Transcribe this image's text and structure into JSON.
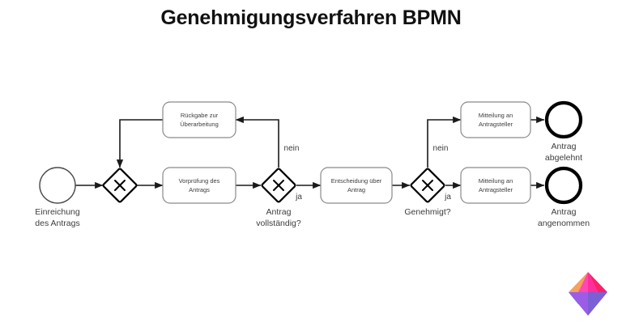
{
  "header": {
    "title": "Genehmigungsverfahren BPMN"
  },
  "diagram": {
    "type": "bpmn-flowchart",
    "start_events": [
      {
        "id": "start",
        "label_line1": "Einreichung",
        "label_line2": "des Antrags"
      }
    ],
    "tasks": [
      {
        "id": "rueckgabe",
        "label_line1": "Rückgabe zur",
        "label_line2": "Überarbeitung"
      },
      {
        "id": "vorpruefung",
        "label_line1": "Vorprüfung des",
        "label_line2": "Antrags"
      },
      {
        "id": "entscheidung",
        "label_line1": "Entscheidung über",
        "label_line2": "Antrag"
      },
      {
        "id": "mitteilung-abgelehnt",
        "label_line1": "Mitteilung an",
        "label_line2": "Antragsteller"
      },
      {
        "id": "mitteilung-angenommen",
        "label_line1": "Mitteilung an",
        "label_line2": "Antragsteller"
      }
    ],
    "gateways": [
      {
        "id": "merge",
        "label_line1": "",
        "label_line2": ""
      },
      {
        "id": "vollstaendig",
        "label_line1": "Antrag",
        "label_line2": "vollständig?"
      },
      {
        "id": "genehmigt",
        "label_line1": "Genehmigt?",
        "label_line2": ""
      }
    ],
    "end_events": [
      {
        "id": "abgelehnt",
        "label_line1": "Antrag",
        "label_line2": "abgelehnt"
      },
      {
        "id": "angenommen",
        "label_line1": "Antrag",
        "label_line2": "angenommen"
      }
    ],
    "edge_labels": {
      "vollstaendig_nein": "nein",
      "vollstaendig_ja": "ja",
      "genehmigt_nein": "nein",
      "genehmigt_ja": "ja"
    }
  },
  "colors": {
    "background": "#ffffff",
    "title_text": "#111111",
    "flow_line": "#1a1a1a",
    "task_stroke": "#8a8a8a",
    "task_text": "#3c3c3c",
    "gateway_stroke": "#000000",
    "start_event_stroke": "#4a4a4a",
    "end_event_stroke": "#000000",
    "logo_orange": "#f5a25d",
    "logo_pink": "#ff49b0",
    "logo_magenta": "#f72585",
    "logo_crimson": "#ff1f6b",
    "logo_cyan": "#29bdf0",
    "logo_purple": "#9b5de5",
    "logo_violet": "#7b5fd4"
  },
  "logo": {
    "name": "diamond-gem-logo"
  }
}
